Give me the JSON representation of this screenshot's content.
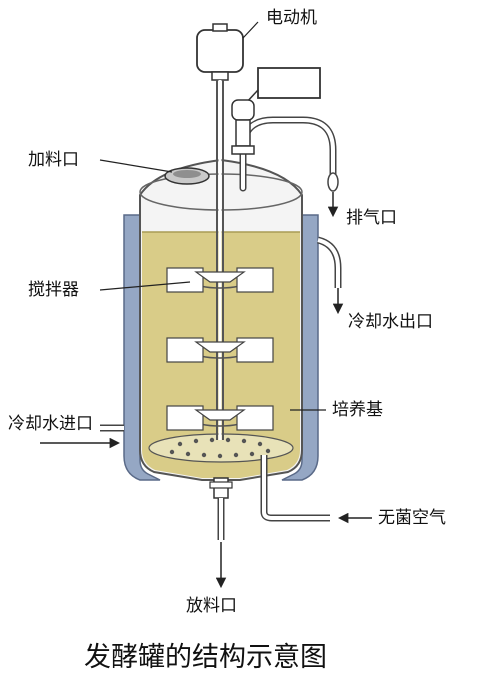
{
  "title": "发酵罐的结构示意图",
  "labels": {
    "motor": "电动机",
    "feed_port": "加料口",
    "exhaust_port": "排气口",
    "stirrer": "搅拌器",
    "cooling_water_outlet": "冷却水出口",
    "medium": "培养基",
    "cooling_water_inlet": "冷却水进口",
    "sterile_air": "无菌空气",
    "discharge_port": "放料口"
  },
  "colors": {
    "medium": "#d9cc88",
    "jacket": "#95a7c4",
    "vessel_outline": "#555555",
    "vessel_top": "#f4f4f4"
  }
}
